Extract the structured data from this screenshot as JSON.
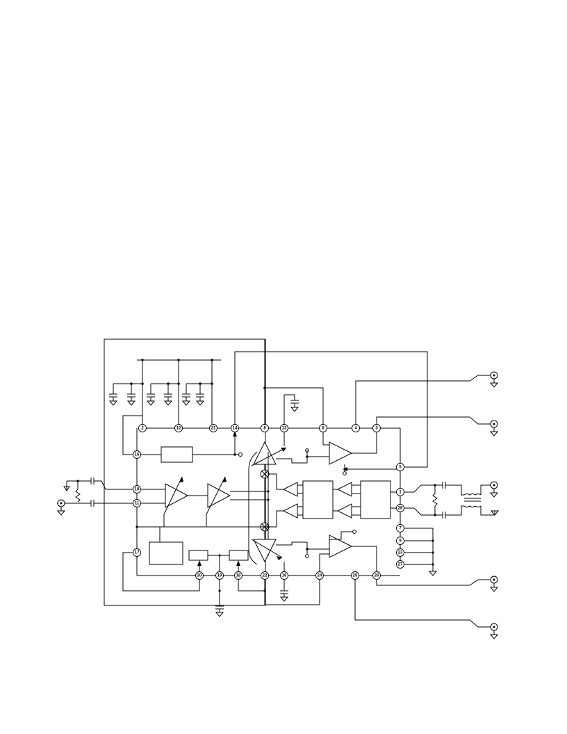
{
  "diagram": {
    "pins": [
      "2",
      "12",
      "21",
      "14",
      "8",
      "13",
      "6",
      "4",
      "3",
      "15",
      "5",
      "10",
      "11",
      "1",
      "28",
      "7",
      "9",
      "23",
      "27",
      "17",
      "20",
      "19",
      "18",
      "22",
      "16",
      "24",
      "25",
      "26"
    ],
    "colors": {
      "line": "#000000",
      "background": "#ffffff"
    }
  }
}
